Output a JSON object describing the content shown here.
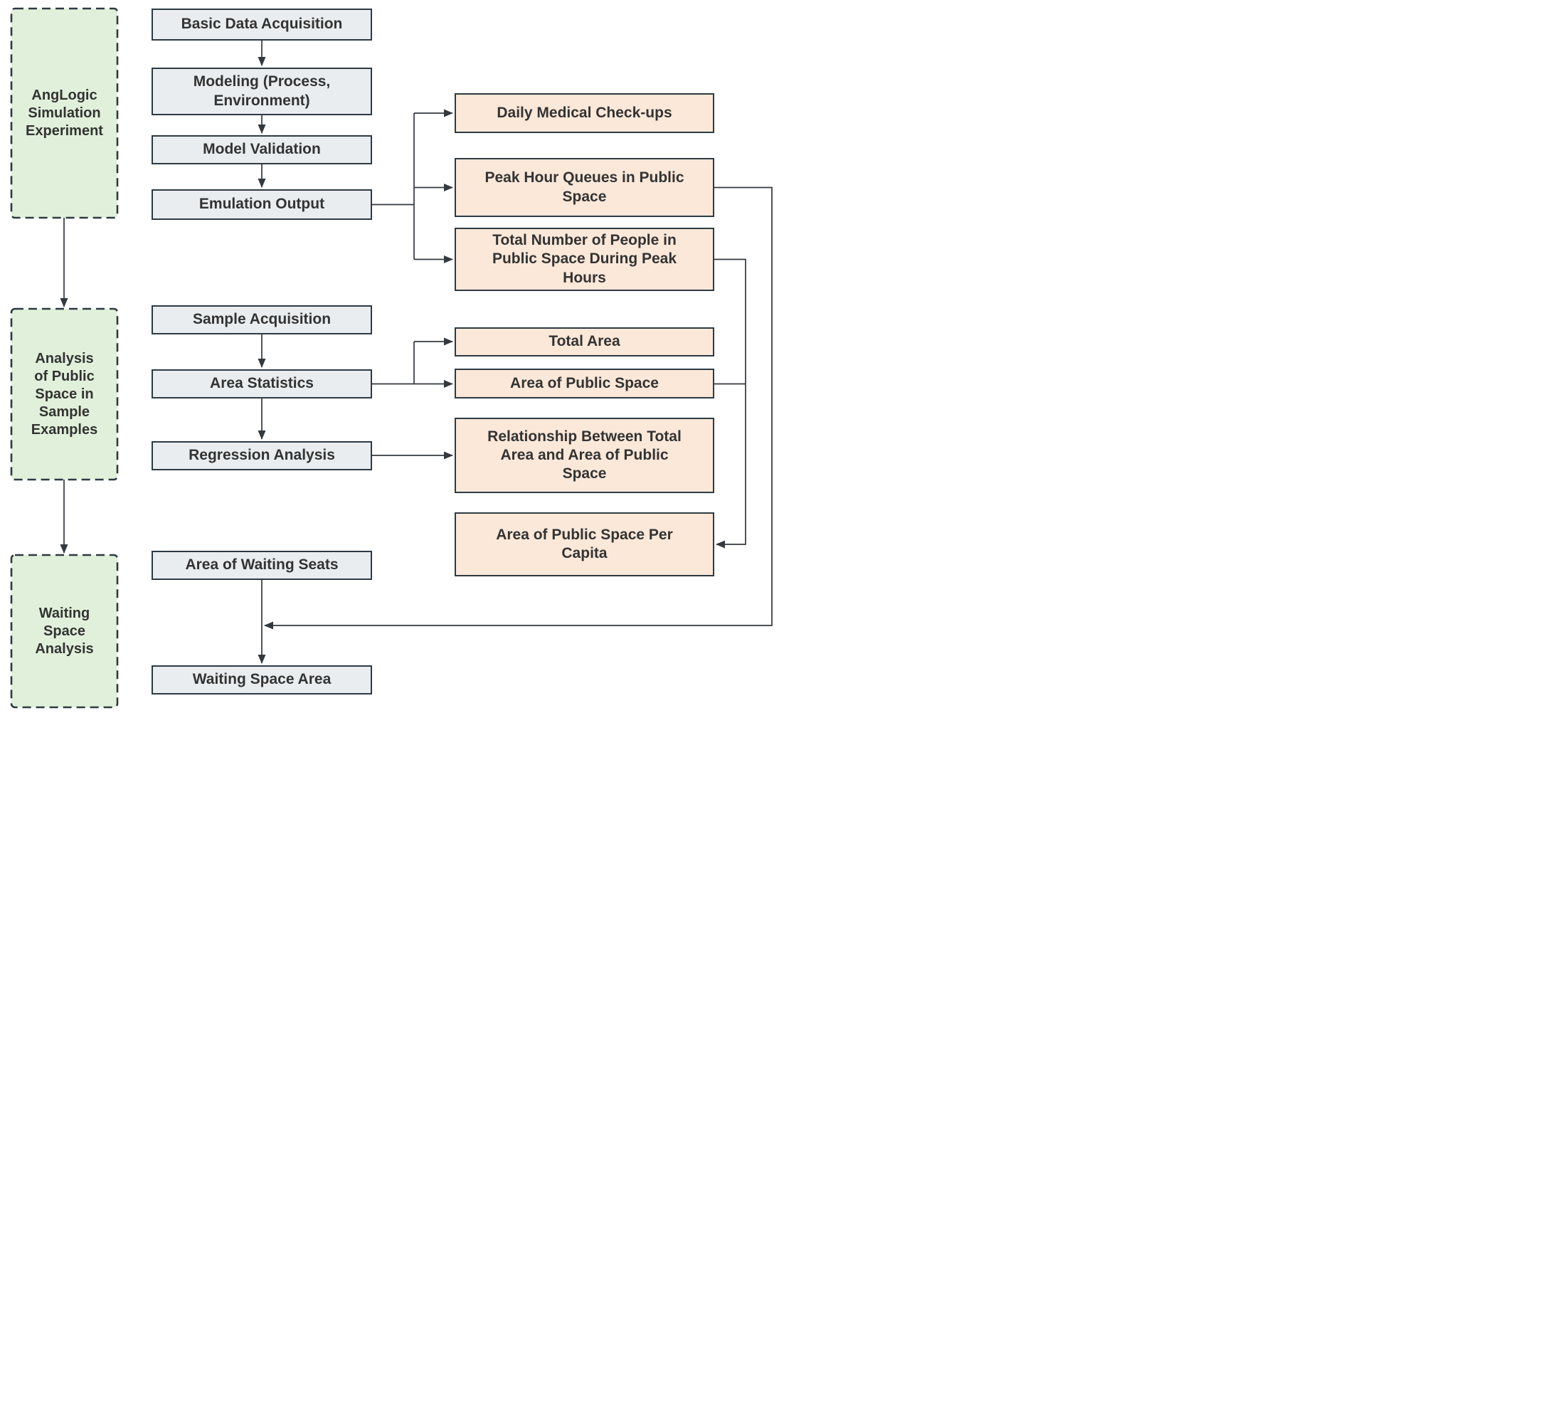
{
  "diagram": {
    "colors": {
      "group_fill": "#e1f0da",
      "step_fill": "#e9edf0",
      "output_fill": "#fbe8d9",
      "box_border": "#2d3a43",
      "line": "#33393e",
      "text": "#333333"
    },
    "nodes": {
      "anglogic_group": {
        "label": "AngLogic\nSimulation\nExperiment"
      },
      "analysis_group": {
        "label": "Analysis\nof Public\nSpace in\nSample\nExamples"
      },
      "waiting_group": {
        "label": "Waiting\nSpace\nAnalysis"
      },
      "basic": {
        "label": "Basic Data Acquisition"
      },
      "modeling": {
        "label": "Modeling (Process,\nEnvironment)"
      },
      "validation": {
        "label": "Model Validation"
      },
      "emulation": {
        "label": "Emulation Output"
      },
      "sample": {
        "label": "Sample Acquisition"
      },
      "areastats": {
        "label": "Area Statistics"
      },
      "regression": {
        "label": "Regression Analysis"
      },
      "waitseats": {
        "label": "Area of Waiting Seats"
      },
      "waitarea": {
        "label": "Waiting Space Area"
      },
      "daily": {
        "label": "Daily Medical Check-ups"
      },
      "peak": {
        "label": "Peak Hour Queues in Public\nSpace"
      },
      "totalnum": {
        "label": "Total Number of People in\nPublic Space During Peak\nHours"
      },
      "totalarea": {
        "label": "Total Area"
      },
      "areapublic": {
        "label": "Area of Public Space"
      },
      "relationship": {
        "label": "Relationship Between Total\nArea and Area of Public\nSpace"
      },
      "percapita": {
        "label": "Area of Public Space Per\nCapita"
      }
    },
    "edges": [
      {
        "from": "anglogic_group",
        "to": "analysis_group"
      },
      {
        "from": "analysis_group",
        "to": "waiting_group"
      },
      {
        "from": "basic",
        "to": "modeling"
      },
      {
        "from": "modeling",
        "to": "validation"
      },
      {
        "from": "validation",
        "to": "emulation"
      },
      {
        "from": "emulation",
        "to": "daily"
      },
      {
        "from": "emulation",
        "to": "peak"
      },
      {
        "from": "emulation",
        "to": "totalnum"
      },
      {
        "from": "sample",
        "to": "areastats"
      },
      {
        "from": "areastats",
        "to": "regression"
      },
      {
        "from": "areastats",
        "to": "totalarea"
      },
      {
        "from": "areastats",
        "to": "areapublic"
      },
      {
        "from": "regression",
        "to": "relationship"
      },
      {
        "from": "totalnum",
        "to": "percapita"
      },
      {
        "from": "areapublic",
        "to": "percapita"
      },
      {
        "from": "peak",
        "to": "waitarea"
      },
      {
        "from": "waitseats",
        "to": "waitarea"
      }
    ]
  }
}
